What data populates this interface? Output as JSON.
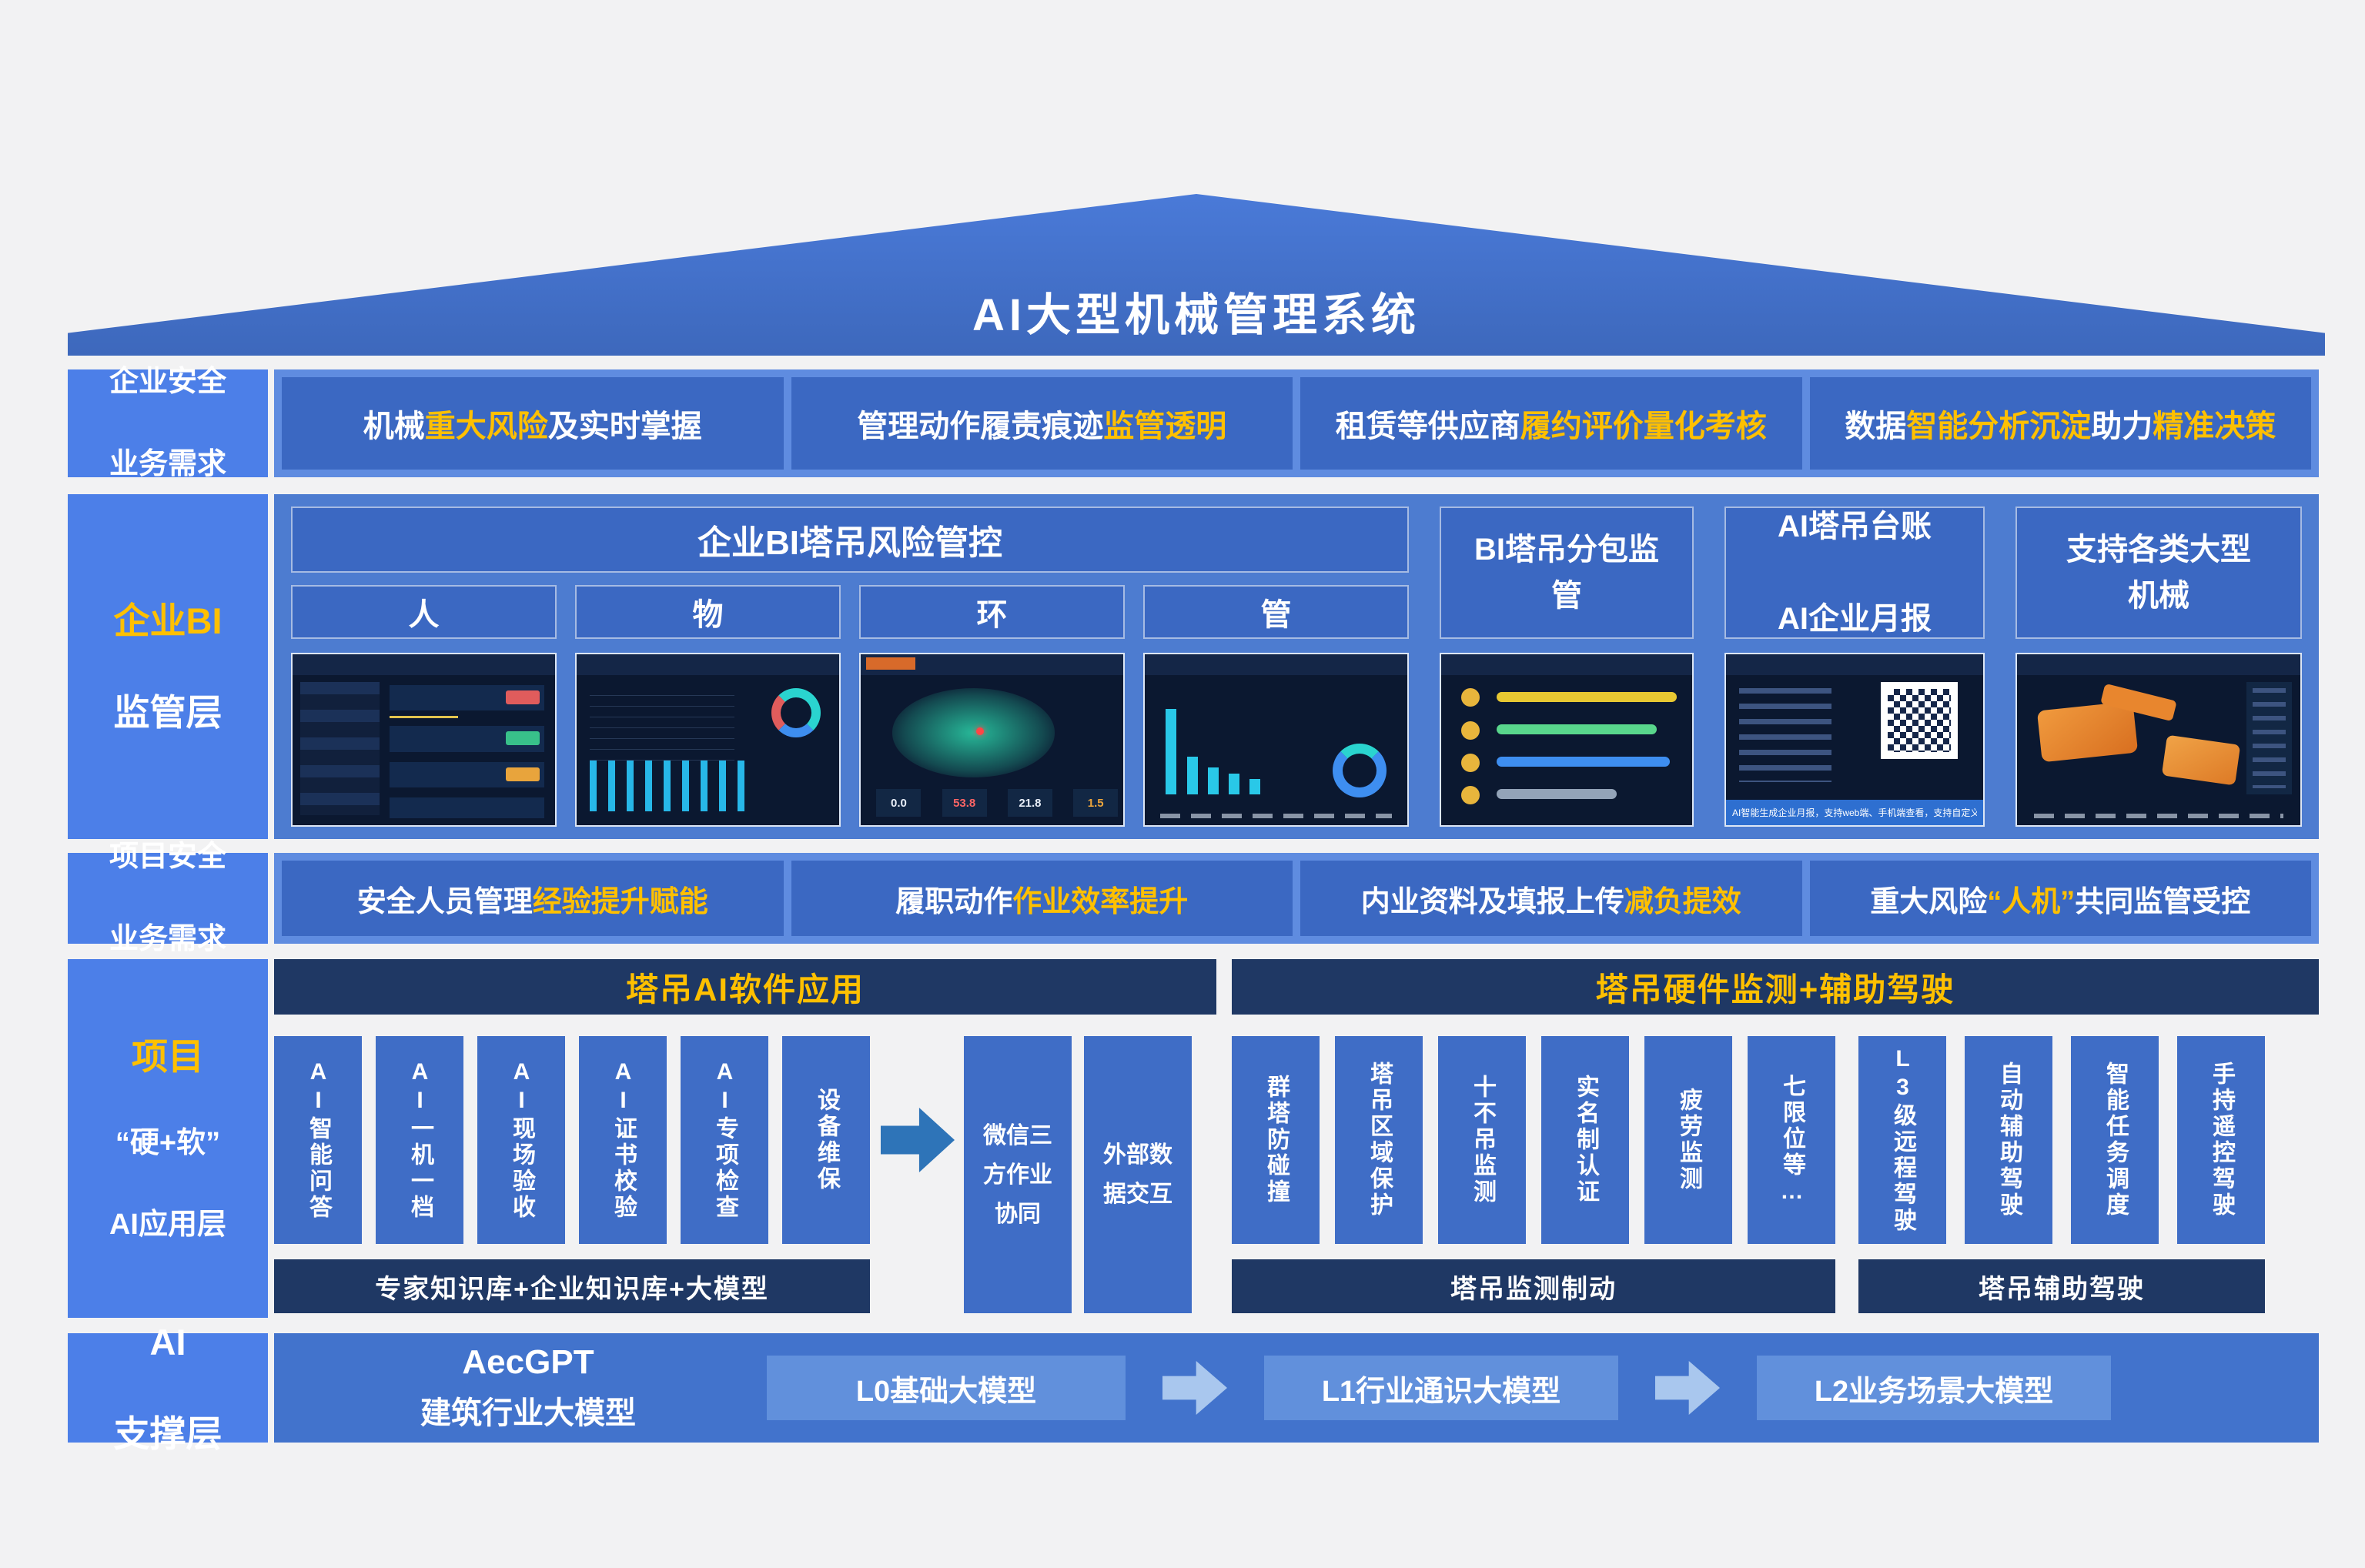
{
  "roof": {
    "title": "AI大型机械管理系统"
  },
  "labels": {
    "enterprise_needs": [
      {
        "t": "企业安全"
      },
      {
        "br": true
      },
      {
        "t": "业务需求"
      }
    ],
    "bi_layer": [
      {
        "t": "企业BI",
        "hl": true,
        "big": true
      },
      {
        "br": true
      },
      {
        "t": "监管层",
        "big": true
      }
    ],
    "project_needs": [
      {
        "t": "项目安全"
      },
      {
        "br": true
      },
      {
        "t": "业务需求"
      }
    ],
    "app_layer": [
      {
        "t": "项目",
        "hl": true,
        "big": true
      },
      {
        "br": true
      },
      {
        "t": "“硬+软”"
      },
      {
        "br": true
      },
      {
        "t": "AI应用层"
      }
    ],
    "support_layer": [
      {
        "t": "AI",
        "big": true
      },
      {
        "br": true
      },
      {
        "t": "支撑层",
        "big": true
      }
    ]
  },
  "enterprise_needs": [
    [
      {
        "t": "机械"
      },
      {
        "t": "重大风险",
        "hl": true
      },
      {
        "t": "及实时掌握"
      }
    ],
    [
      {
        "t": "管理动作履责痕迹"
      },
      {
        "t": "监管透明",
        "hl": true
      }
    ],
    [
      {
        "t": "租赁等供应商"
      },
      {
        "t": "履约评价量化考核",
        "hl": true
      }
    ],
    [
      {
        "t": "数据"
      },
      {
        "t": "智能分析沉淀",
        "hl": true
      },
      {
        "t": "助力"
      },
      {
        "t": "精准决策",
        "hl": true
      }
    ]
  ],
  "bi": {
    "group_header": "企业BI塔吊风险管控",
    "subs": [
      "人",
      "物",
      "环",
      "管"
    ],
    "col_subcontract": "BI塔吊分包监管",
    "col_ledger": [
      {
        "t": "AI塔吊台账"
      },
      {
        "br": true
      },
      {
        "t": "AI企业月报"
      }
    ],
    "col_machines": "支持各类大型机械"
  },
  "project_needs": [
    [
      {
        "t": "安全人员管理"
      },
      {
        "t": "经验提升赋能",
        "hl": true
      }
    ],
    [
      {
        "t": "履职动作"
      },
      {
        "t": "作业效率提升",
        "hl": true
      }
    ],
    [
      {
        "t": "内业资料及填报上传"
      },
      {
        "t": "减负提效",
        "hl": true
      }
    ],
    [
      {
        "t": "重大风险"
      },
      {
        "t": "“人机”",
        "hl": true
      },
      {
        "t": "共同监管受控"
      }
    ]
  ],
  "software": {
    "header": "塔吊AI软件应用",
    "items": [
      "AI智能问答",
      "AI一机一档",
      "AI现场验收",
      "AI证书校验",
      "AI专项检查",
      "设备维保"
    ],
    "connectors": [
      "微信三方作业协同",
      "外部数据交互"
    ],
    "base": "专家知识库+企业知识库+大模型"
  },
  "hardware": {
    "header": "塔吊硬件监测+辅助驾驶",
    "monitor_items": [
      "群塔防碰撞",
      "塔吊区域保护",
      "十不吊监测",
      "实名制认证",
      "疲劳监测",
      "七限位等…"
    ],
    "assist_items": [
      "L3级远程驾驶",
      "自动辅助驾驶",
      "智能任务调度",
      "手持遥控驾驶"
    ],
    "monitor_base": "塔吊监测制动",
    "assist_base": "塔吊辅助驾驶"
  },
  "foundation": {
    "aec_line1": "AecGPT",
    "aec_line2": "建筑行业大模型",
    "models": [
      "L0基础大模型",
      "L1行业通识大模型",
      "L2业务场景大模型"
    ]
  },
  "thumbnails": {
    "env_stats": [
      "0.0",
      "53.8",
      "21.8",
      "1.5"
    ],
    "monthly_caption": "AI智能生成企业月报，支持web端、手机端查看，支持自定义分享"
  },
  "colors": {
    "accent": "#ffc000",
    "navy": "#1f3864",
    "box_blue": "#3b68c2",
    "label_blue": "#4c7fe8"
  }
}
